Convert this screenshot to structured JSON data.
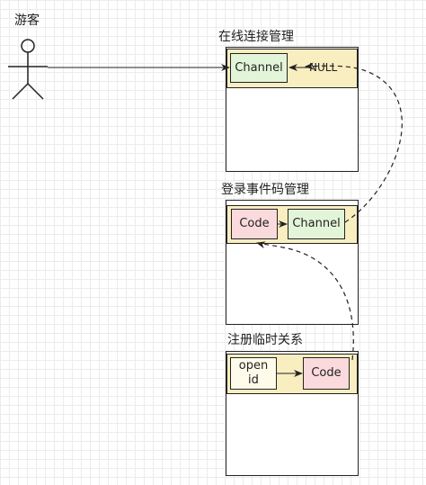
{
  "actor": {
    "label": "游客"
  },
  "containers": {
    "online": {
      "title": "在线连接管理"
    },
    "login": {
      "title": "登录事件码管理"
    },
    "register": {
      "title": "注册临时关系"
    }
  },
  "nodes": {
    "online_channel": {
      "label": "Channel"
    },
    "null_marker": {
      "label": "NULL"
    },
    "login_code": {
      "label": "Code"
    },
    "login_channel": {
      "label": "Channel"
    },
    "open_id": {
      "line1": "open",
      "line2": "id"
    },
    "register_code": {
      "label": "Code"
    }
  },
  "colors": {
    "band": "#f9eec0",
    "channel_fill": "#e3f5d8",
    "code_fill": "#fadadd",
    "openid_fill": "#fffbea",
    "stroke": "#222222"
  }
}
